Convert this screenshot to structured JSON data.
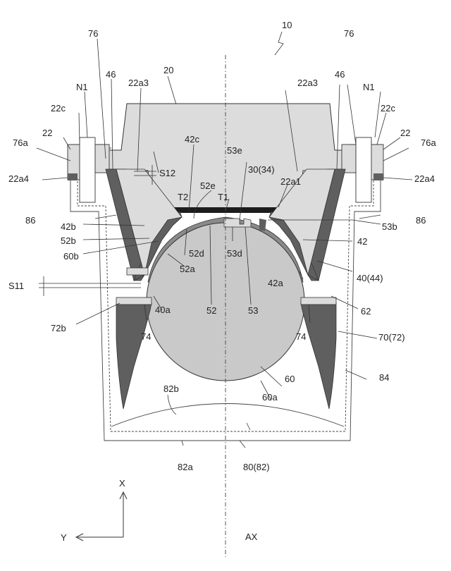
{
  "figure": {
    "ref_top": "10",
    "colors": {
      "frame_gray": "#dcdcdc",
      "dark_gray": "#5f5f5f",
      "ball_gray": "#c9c9c9",
      "black_band": "#1c1c1c",
      "outline": "#333333"
    },
    "labels": {
      "n76_left": "76",
      "n76_right": "76",
      "n20": "20",
      "n22a3_left": "22a3",
      "n22a3_right": "22a3",
      "n46_left": "46",
      "n46_right": "46",
      "n1_left": "N1",
      "n1_right": "N1",
      "n22c_left": "22c",
      "n22c_right": "22c",
      "n22_left": "22",
      "n22_right": "22",
      "n76a_left": "76a",
      "n76a_right": "76a",
      "n22a4_left": "22a4",
      "n22a4_right": "22a4",
      "s12": "S12",
      "n42c": "42c",
      "n53e": "53e",
      "n30": "30(34)",
      "n22a1": "22a1",
      "n86_left": "86",
      "n86_right": "86",
      "t2": "T2",
      "n52e": "52e",
      "t1": "T1",
      "n53b": "53b",
      "n42b": "42b",
      "n42": "42",
      "n52b": "52b",
      "n52d": "52d",
      "n53d": "53d",
      "n60b": "60b",
      "n52a": "52a",
      "n40": "40(44)",
      "n42a": "42a",
      "s11": "S11",
      "n40a": "40a",
      "n52": "52",
      "n53": "53",
      "n62": "62",
      "n72b": "72b",
      "n74_left": "74",
      "n74_right": "74",
      "n70": "70(72)",
      "n60": "60",
      "n84": "84",
      "n60a": "60a",
      "n82b": "82b",
      "n82a": "82a",
      "n80": "80(82)",
      "axis_x": "X",
      "axis_y": "Y",
      "ax": "AX"
    }
  }
}
